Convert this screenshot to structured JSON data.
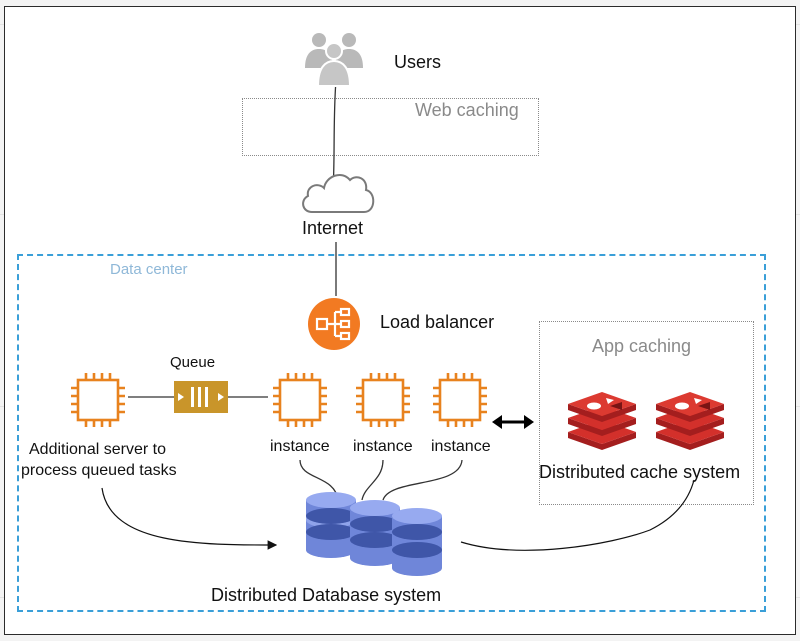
{
  "labels": {
    "users": "Users",
    "web_caching": "Web caching",
    "internet": "Internet",
    "data_center": "Data center",
    "load_balancer": "Load balancer",
    "app_caching": "App caching",
    "queue": "Queue",
    "additional_server_line1": "Additional server to",
    "additional_server_line2": "process queued tasks",
    "instance_1": "instance",
    "instance_2": "instance",
    "instance_3": "instance",
    "distributed_cache": "Distributed cache system",
    "distributed_db": "Distributed Database system"
  },
  "colors": {
    "aws_orange": "#e8821e",
    "load_balancer": "#f27a22",
    "queue_gold": "#c9952a",
    "redis_red": "#d3302b",
    "db_blue": "#6f86d9",
    "data_center_border": "#3a9fd8",
    "users_grey": "#b9b9b9"
  },
  "icons": {
    "users": "users-group-icon",
    "internet": "cloud-icon",
    "load_balancer": "load-balancer-icon",
    "instance": "ec2-instance-icon",
    "queue": "sqs-queue-icon",
    "cache": "redis-icon",
    "database": "database-cylinder-icon"
  }
}
